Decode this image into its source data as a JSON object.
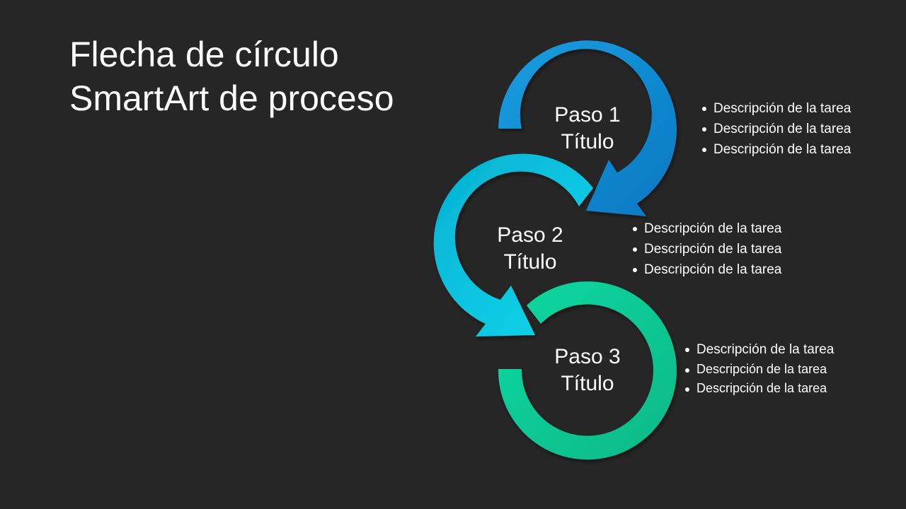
{
  "title": {
    "line1": "Flecha de círculo",
    "line2": "SmartArt de proceso"
  },
  "steps": [
    {
      "line1": "Paso 1",
      "line2": "Título",
      "color": "#0a88d0",
      "bullets": [
        "Descripción de la tarea",
        "Descripción de la tarea",
        "Descripción de la tarea"
      ]
    },
    {
      "line1": "Paso 2",
      "line2": "Título",
      "color": "#0fc0dc",
      "bullets": [
        "Descripción de la tarea",
        "Descripción de la tarea",
        "Descripción de la tarea"
      ]
    },
    {
      "line1": "Paso 3",
      "line2": "Título",
      "color": "#10d496",
      "bullets": [
        "Descripción de la tarea",
        "Descripción de la tarea",
        "Descripción de la tarea"
      ]
    }
  ],
  "colors": {
    "background": "#262626",
    "text": "#ffffff"
  }
}
